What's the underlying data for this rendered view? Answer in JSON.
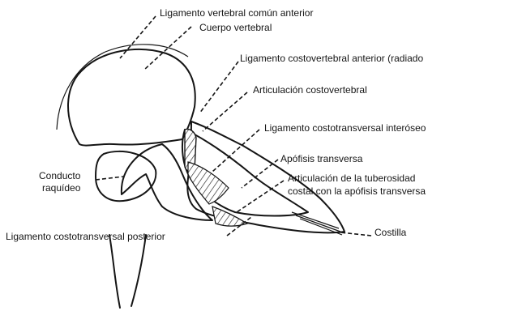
{
  "labels": {
    "lig_vertebral_comun_anterior": "Ligamento vertebral común anterior",
    "cuerpo_vertebral": "Cuerpo vertebral",
    "lig_costovertebral_anterior": "Ligamento costovertebral anterior (radiado",
    "articulacion_costovertebral": "Articulación costovertebral",
    "lig_costotransversal_interoseo": "Ligamento costotransversal interóseo",
    "apofisis_transversa": "Apófisis transversa",
    "articulacion_tuberosidad_1": "Articulación de la tuberosidad",
    "articulacion_tuberosidad_2": "costal con la apófisis transversa",
    "conducto_1": "Conducto",
    "conducto_2": "raquídeo",
    "costilla": "Costilla",
    "lig_costotransversal_posterior": "Ligamento costotransversal posterior"
  }
}
